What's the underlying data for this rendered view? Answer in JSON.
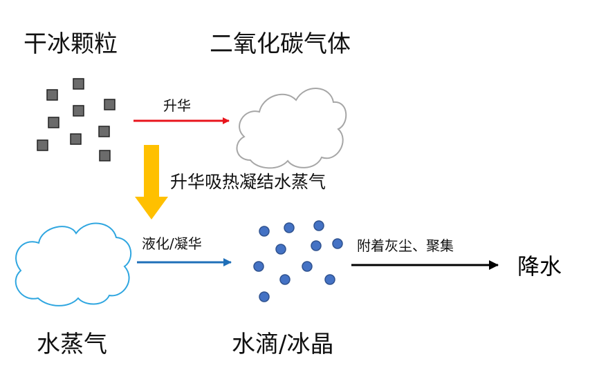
{
  "labels": {
    "dry_ice": "干冰颗粒",
    "co2_gas": "二氧化碳气体",
    "sublimation": "升华",
    "absorb_condense": "升华吸热凝结水蒸气",
    "water_vapor": "水蒸气",
    "liquefy": "液化/凝华",
    "droplets": "水滴/冰晶",
    "attach_dust": "附着灰尘、聚集",
    "precipitation": "降水"
  },
  "colors": {
    "sublimation_arrow": "#e8141c",
    "down_arrow": "#ffc000",
    "liquefy_arrow": "#1f6fb8",
    "black_arrow": "#000000",
    "dry_ice_fill": "#6b6b6b",
    "co2_cloud": "#a6a6a6",
    "vapor_cloud": "#2fa6e0",
    "droplet_fill": "#4472c4",
    "droplet_stroke": "#2f528f"
  }
}
